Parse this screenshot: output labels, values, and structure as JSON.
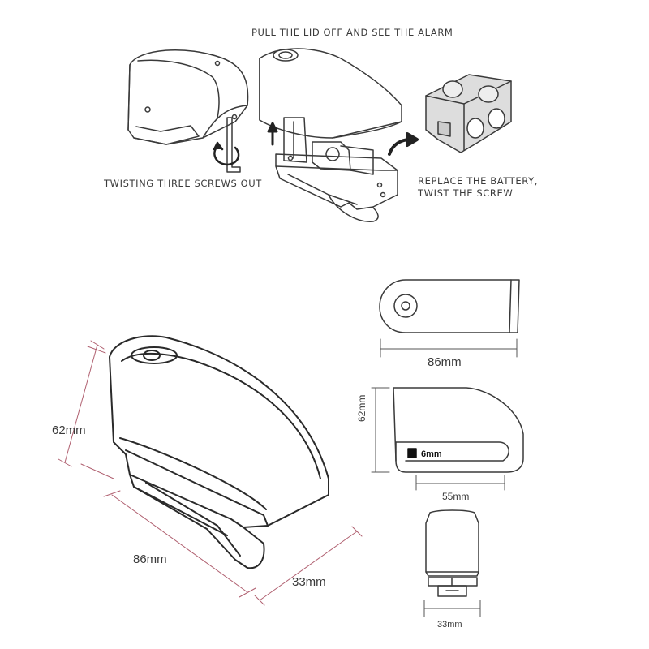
{
  "steps": {
    "pull_lid": "PULL THE LID OFF AND SEE THE ALARM",
    "twist_screws": "TWISTING THREE SCREWS OUT",
    "replace_battery_line1": "REPLACE THE BATTERY,",
    "replace_battery_line2": "TWIST THE SCREW"
  },
  "dimensions": {
    "main_height": "62mm",
    "main_length": "86mm",
    "main_width": "33mm",
    "top_view_length": "86mm",
    "side_height": "62mm",
    "pin_size": "6mm",
    "slot_length": "55mm",
    "front_width": "33mm"
  },
  "colors": {
    "line": "#3a3a3a",
    "dimension_line": "#b06070",
    "alarm_fill": "#dddddd"
  }
}
